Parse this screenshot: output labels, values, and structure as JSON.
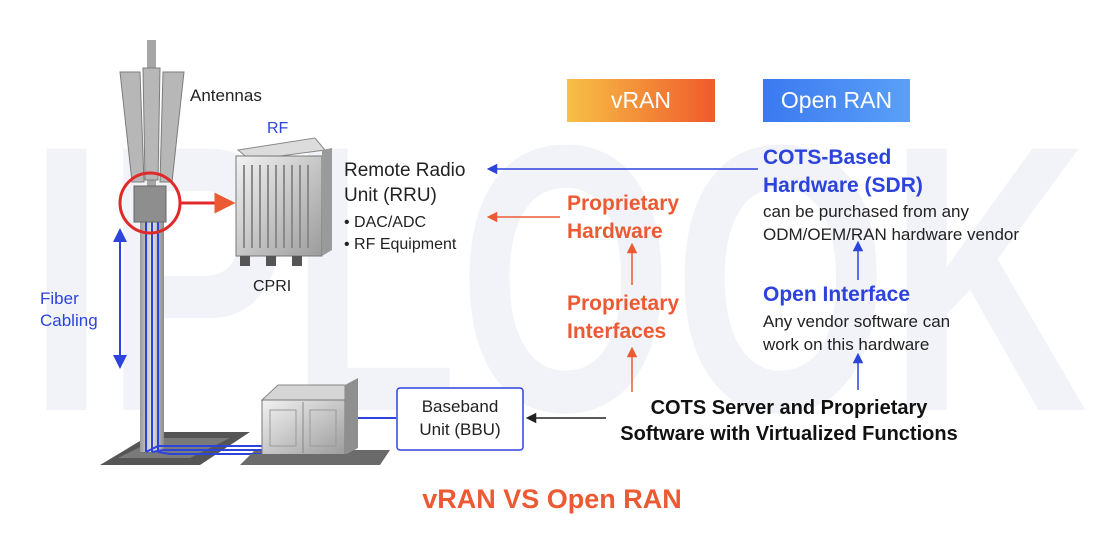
{
  "watermark": "IPLOOK",
  "colors": {
    "accent_red": "#ec5a33",
    "accent_blue": "#2c43dc",
    "vran_gradient": [
      "#f7c046",
      "#f05a2c"
    ],
    "openran_gradient": [
      "#3b79f0",
      "#5aa0f7"
    ]
  },
  "tower": {
    "antennas_label": "Antennas",
    "rf_label": "RF",
    "cpri_label": "CPRI",
    "fiber_label_line1": "Fiber",
    "fiber_label_line2": "Cabling"
  },
  "rru": {
    "title_line1": "Remote Radio",
    "title_line2": "Unit (RRU)",
    "bullets": [
      "DAC/ADC",
      "RF Equipment"
    ]
  },
  "bbu": {
    "line1": "Baseband",
    "line2": "Unit (BBU)"
  },
  "vran": {
    "badge": "vRAN",
    "hardware_line1": "Proprietary",
    "hardware_line2": "Hardware",
    "interfaces_line1": "Proprietary",
    "interfaces_line2": "Interfaces"
  },
  "openran": {
    "badge": "Open RAN",
    "hardware_line1": "COTS-Based",
    "hardware_line2": "Hardware (SDR)",
    "hardware_desc_line1": "can be purchased from any",
    "hardware_desc_line2": "ODM/OEM/RAN hardware vendor",
    "interface_title": "Open Interface",
    "interface_desc_line1": "Any vendor software can",
    "interface_desc_line2": "work on this hardware"
  },
  "server": {
    "line1": "COTS Server and Proprietary",
    "line2": "Software with Virtualized Functions"
  },
  "footer_title": "vRAN VS Open RAN"
}
